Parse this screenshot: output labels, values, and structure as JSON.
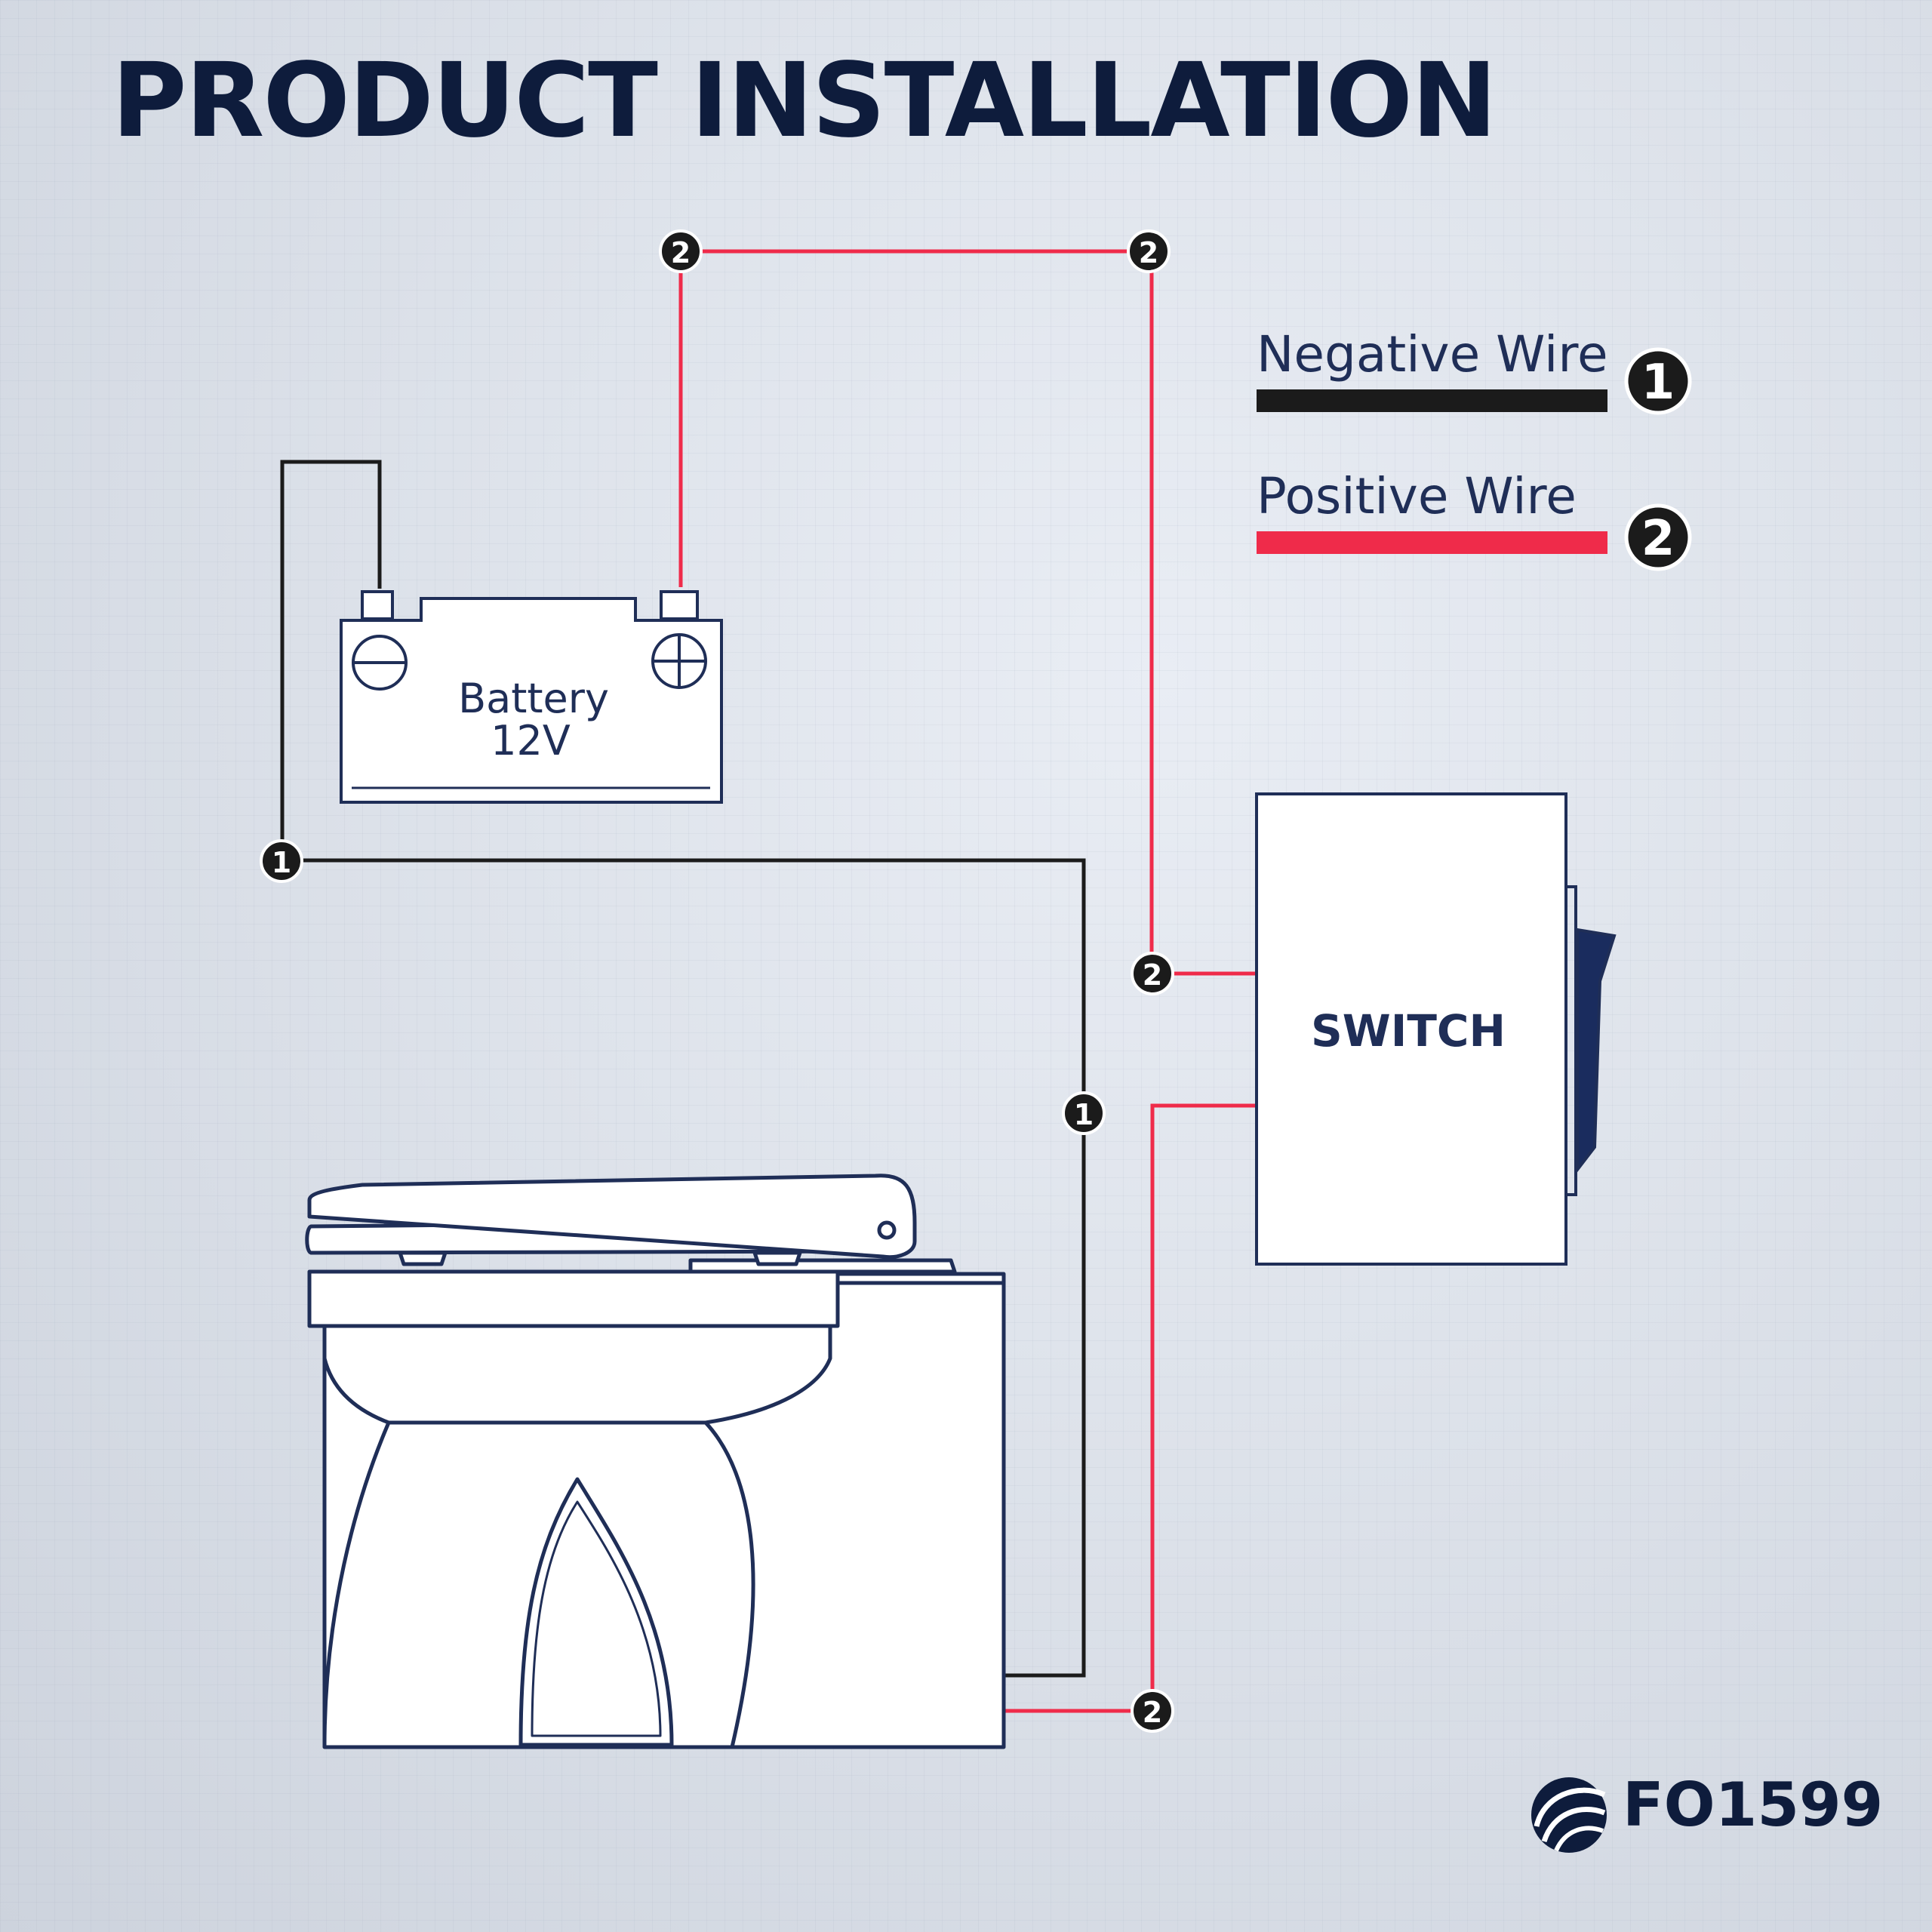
{
  "title": "PRODUCT INSTALLATION",
  "legend": {
    "negative": {
      "label": "Negative Wire",
      "badge": "1",
      "color": "#1b1b1b"
    },
    "positive": {
      "label": "Positive Wire",
      "badge": "2",
      "color": "#ef2b4a"
    }
  },
  "battery": {
    "line1": "Battery",
    "line2": "12V"
  },
  "switch": {
    "label": "SWITCH"
  },
  "badges": {
    "negative": "1",
    "positive": "2"
  },
  "brand": {
    "code": "FO1599"
  },
  "colors": {
    "navy": "#0e1c3c",
    "outline": "#1f2e57",
    "positive": "#ef2b4a",
    "negative": "#1b1b1b"
  }
}
